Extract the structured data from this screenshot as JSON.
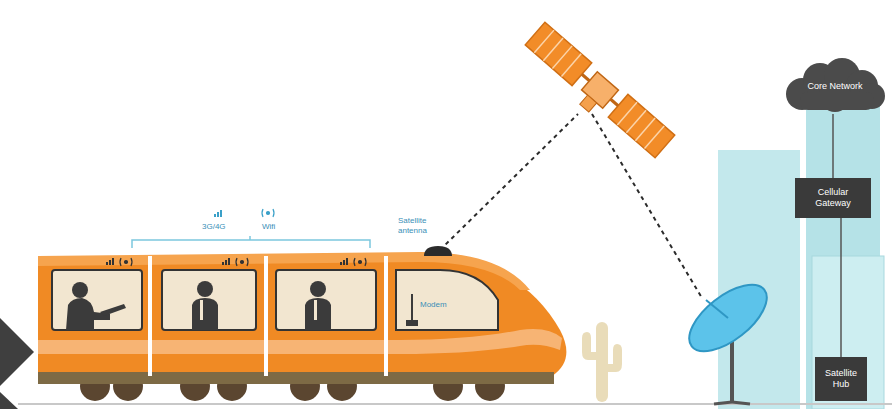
{
  "diagram": {
    "nodes": [
      {
        "text": [
          "Core Network"
        ]
      },
      {
        "text": [
          "Cellular Gateway"
        ]
      },
      {
        "text": [
          "Satellite Hub"
        ]
      }
    ],
    "edges": [
      {
        "from": 0,
        "to": 1,
        "arrow": "none"
      },
      {
        "from": 1,
        "to": 2,
        "arrow": "none"
      }
    ],
    "labels": [
      "3G/4G",
      "Wifi",
      "Satellite antenna",
      "Modem"
    ]
  }
}
